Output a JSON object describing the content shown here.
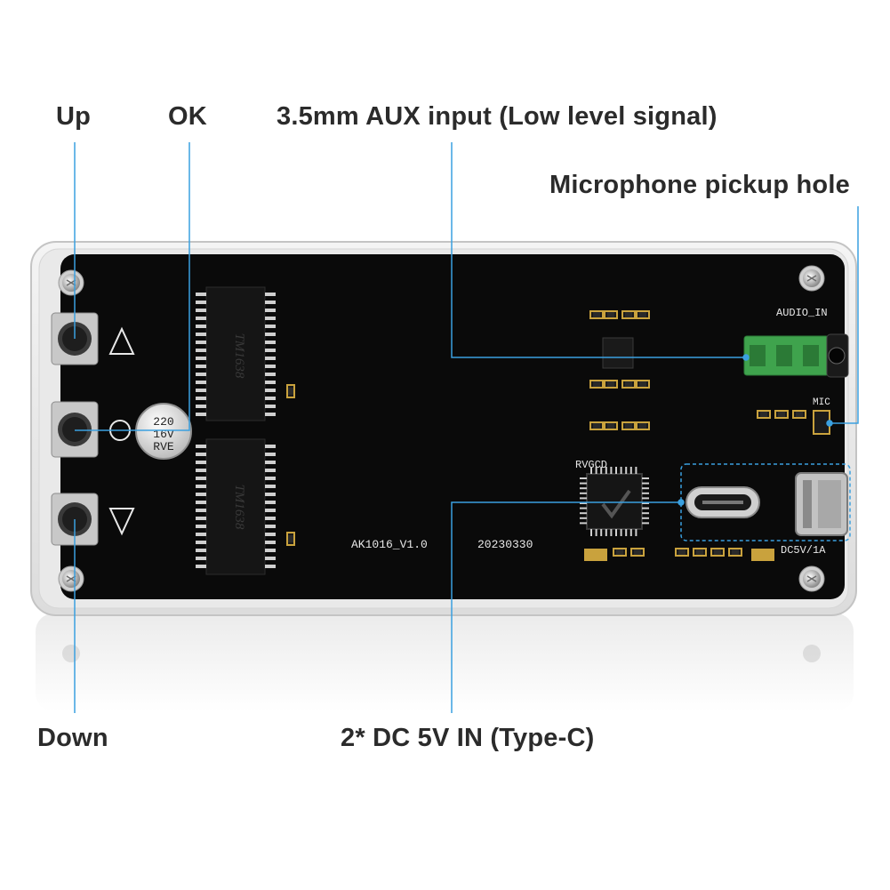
{
  "callouts": {
    "up": "Up",
    "ok": "OK",
    "aux": "3.5mm AUX input (Low level signal)",
    "mic": "Microphone pickup hole",
    "down": "Down",
    "dc": "2* DC 5V IN (Type-C)"
  },
  "board": {
    "model": "AK1016_V1.0",
    "date": "20230330",
    "audio_label": "AUDIO_IN",
    "mic_label": "MIC",
    "power_label": "DC5V/1A",
    "mcu_label": "RVGCD",
    "cap_lines": [
      "220",
      "16V",
      "RVE"
    ],
    "chip_label": "TM1638"
  },
  "colors": {
    "leader_line": "#3aa0e0",
    "pcb": "#0a0a0a",
    "jack": "#3fa34d",
    "text": "#2b2b2b"
  },
  "icons": [
    "up-triangle-icon",
    "ok-circle-icon",
    "down-triangle-icon"
  ]
}
